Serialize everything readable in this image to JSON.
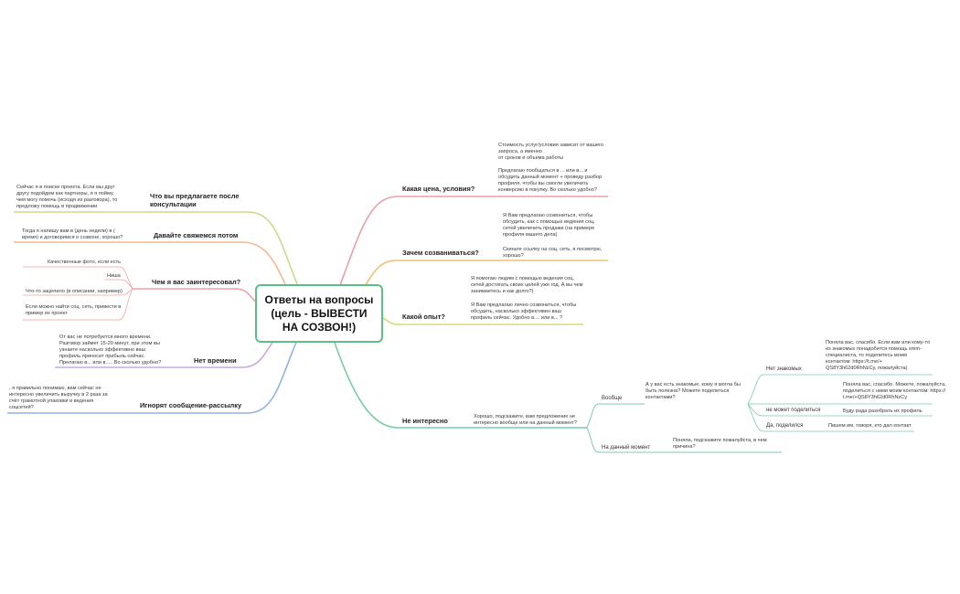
{
  "root": {
    "title": "Ответы на вопросы\n(цель - ВЫВЕСТИ\nНА СОЗВОН!)"
  },
  "right": {
    "price": {
      "label": "Какая цена, условия?",
      "text": "Стоимость услуг/условия зависит от вашего\nзапроса, а именно\nот сроков и объема работы\n\nПредлагаю пообщаться в ... или в... и\nобсудить данный момент + проведу разбор\nпрофиля, чтобы вы смогли увеличить\nконверсию в покупку. Во сколько удобно?"
    },
    "why_call": {
      "label": "Зачем созваниваться?",
      "text1": "Я Вам предлагаю созвониться, чтобы\nобсудить, как с помощью ведения соц.\nсетей увеличить продажи (на примере\nпрофиля вашего дела)",
      "text2": "Скиньте ссылку на соц. сеть, я посмотрю,\nхорошо?"
    },
    "experience": {
      "label": "Какой опыт?",
      "text1": "Я помогаю людям с помощью ведения соц.\nсетей достигать своих целей уже год. А вы чем\nзанимаетесь и как долго?)",
      "text2": " Я Вам предлагаю лично созвониться, чтобы\nобсудить, насколько эффективен ваш\nпрофиль сейчас. Удобно в.... или в... ?"
    },
    "not_interesting": {
      "label": "Не интересно",
      "question": "Хорошо, подскажите, вам предложение не\nинтересно вообще или на данный момент?",
      "at_all": {
        "label": "Вообще",
        "question": "А у вас есть знакомые, кому я могла бы\nбыть полезна? Можете поделиться\nконтактами?",
        "no_contacts": {
          "label": "Нет знакомых",
          "text": "Поняла вас, спасибо. Если вам или кому-то\nиз знакомых понадобится помощь smm-\nспециалиста, то поделитесь моим\nконтактом: https://t.me/+\nQS8Y3h62d0RhNzCy, пожалуйста)"
        },
        "unlabeled": {
          "text": "Поняла вас, спасибо. Можете, пожалуйста,\nподелиться с ними моим контактом: https://\nt.me/+QS8Y3h62d0RhNzCy"
        },
        "cant_share": {
          "label": "не может поделиться",
          "text": "Буду рада разобрать их профиль"
        },
        "yes_share": {
          "label": "Да, поделился",
          "text": "Пишем им, говоря, кто дал контакт"
        }
      },
      "now": {
        "label": "На данный момент",
        "text": "Поняла, подскажите пожалуйста, в чем\nпричина?"
      }
    }
  },
  "left": {
    "offer": {
      "label": "Что вы предлагаете после\nконсультации",
      "text": "Сейчас я в поиске проекта. Если мы друг\nдругу подойдем как партнеры, я я пойму,\nчем могу помочь (исходя из разговора), то\nпредложу помощь в продвижении"
    },
    "later": {
      "label": "Давайте свяжемся потом",
      "text": "Тогда я напишу вам в (день недели) в (\nвремя) и договоримся о созвоне, хорошо?"
    },
    "interested": {
      "label": "Чем я вас заинтересовал?",
      "items": [
        "Качественные фото, если есть",
        "Ниша",
        "Что-то зацепило (в описании, например)",
        "Если можно найти соц. сеть, привести в\nпример их проект"
      ]
    },
    "no_time": {
      "label": "Нет времени",
      "text": "От вас не потребуется много времени.\nРазговор займет 15-20 минут, при этом вы\nузнаете насколько эффективно ваш\nпрофиль приносит прибыль сейчас.\nПрелагаю в... или в..... Во сколько удобно?"
    },
    "ignore": {
      "label": "Игнорят сообщение-рассылку",
      "text": ", я правильно понимаю, вам сейчас не\nинтересно увеличить выручку в 2 раза за\nсчёт грамотной упаковки и ведения\nсоцсетей?"
    }
  },
  "colors": {
    "root_border": "#5cbf86",
    "price": "#e8a0a8",
    "why_call": "#f0c070",
    "experience": "#d8d878",
    "not_interesting": "#7ccca8",
    "offer": "#c8dc8c",
    "later": "#f4b890",
    "interested": "#f0a0a0",
    "no_time": "#c8a8e0",
    "ignore": "#90b4e0"
  }
}
